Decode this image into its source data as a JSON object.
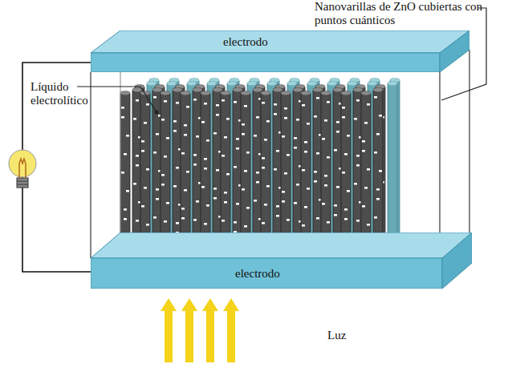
{
  "diagram": {
    "nodes": [
      {
        "text": [
          "electrodo"
        ]
      },
      {
        "text": [
          "electrodo"
        ]
      }
    ],
    "edges": [
      {
        "from": 0,
        "to": 1,
        "arrow": "none"
      }
    ],
    "labels": [
      "Nanovarillas de ZnO cubiertas con puntos cuánticos",
      "Líquido electrolítico",
      "Luz"
    ]
  }
}
